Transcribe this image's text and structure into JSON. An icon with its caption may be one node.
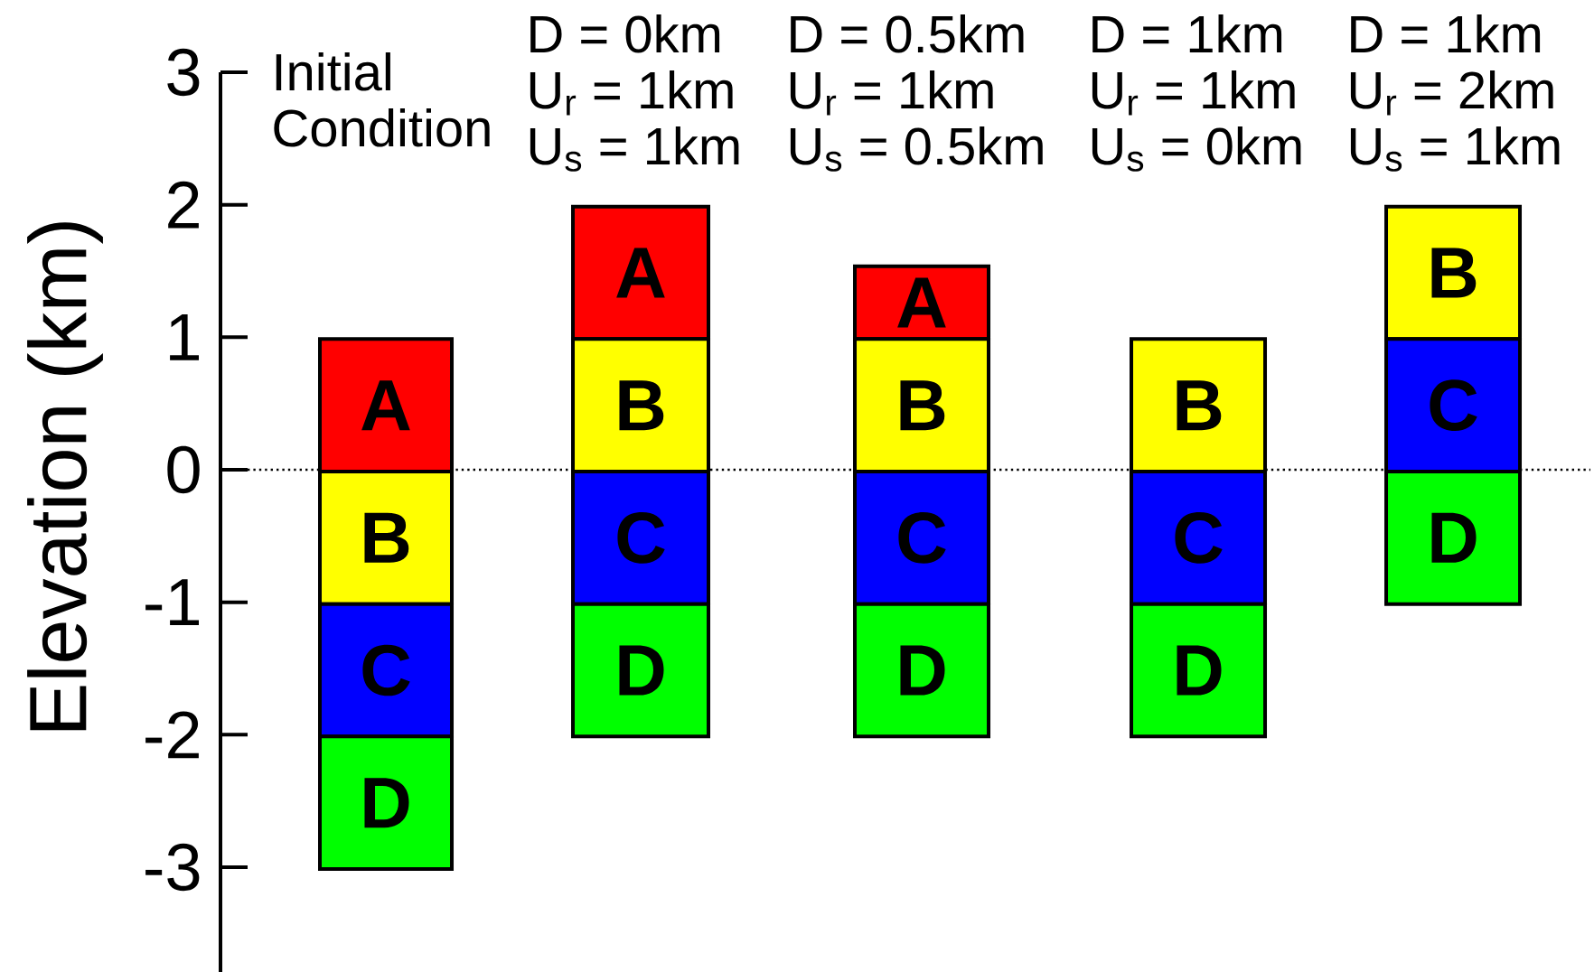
{
  "diagram": {
    "nodes": [
      {
        "text": [
          "A"
        ]
      },
      {
        "text": [
          "B"
        ]
      },
      {
        "text": [
          "C"
        ]
      },
      {
        "text": [
          "D"
        ]
      },
      {
        "text": [
          "A"
        ]
      },
      {
        "text": [
          "B"
        ]
      },
      {
        "text": [
          "C"
        ]
      },
      {
        "text": [
          "D"
        ]
      },
      {
        "text": [
          "A"
        ]
      },
      {
        "text": [
          "B"
        ]
      },
      {
        "text": [
          "C"
        ]
      },
      {
        "text": [
          "D"
        ]
      },
      {
        "text": [
          "B"
        ]
      },
      {
        "text": [
          "C"
        ]
      },
      {
        "text": [
          "D"
        ]
      },
      {
        "text": [
          "B"
        ]
      },
      {
        "text": [
          "C"
        ]
      },
      {
        "text": [
          "D"
        ]
      }
    ],
    "labels": [
      "Initial Condition",
      "D = 0km",
      "U$_{r}$ = 1km",
      "U$_{s}$ = 1km",
      "D = 0.5km",
      "U$_{r}$ = 1km",
      "U$_{s}$ = 0.5km",
      "D = 1km",
      "U$_{r}$ = 1km",
      "U$_{s}$ = 0km",
      "D = 1km",
      "U$_{r}$ = 2km",
      "U$_{s}$ = 1km",
      "3",
      "2",
      "1",
      "0",
      "-1",
      "-2",
      "-3",
      "Elevation (km)"
    ]
  }
}
